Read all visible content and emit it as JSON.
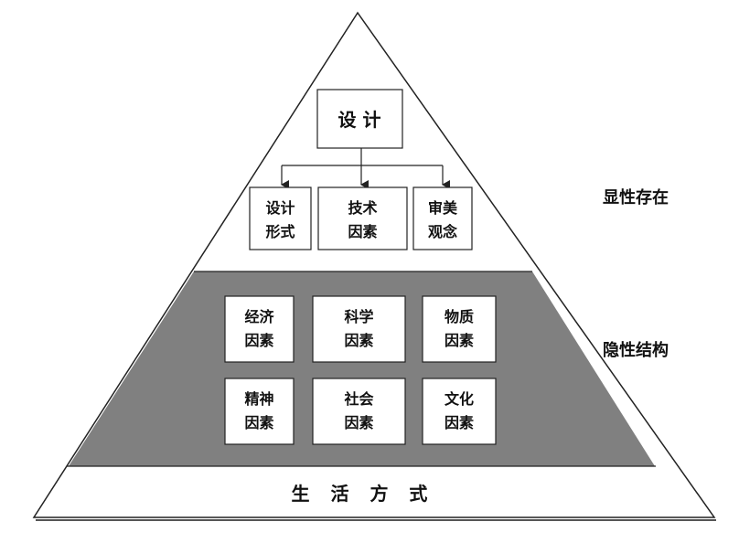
{
  "top": {
    "label": "设 计"
  },
  "explicit": {
    "label": "显性存在",
    "boxes": [
      {
        "line1": "设计",
        "line2": "形式"
      },
      {
        "line1": "技术",
        "line2": "因素"
      },
      {
        "line1": "审美",
        "line2": "观念"
      }
    ]
  },
  "implicit": {
    "label": "隐性结构",
    "boxes": [
      {
        "line1": "经济",
        "line2": "因素"
      },
      {
        "line1": "科学",
        "line2": "因素"
      },
      {
        "line1": "物质",
        "line2": "因素"
      },
      {
        "line1": "精神",
        "line2": "因素"
      },
      {
        "line1": "社会",
        "line2": "因素"
      },
      {
        "line1": "文化",
        "line2": "因素"
      }
    ]
  },
  "base": {
    "label": "生 活 方 式"
  },
  "colors": {
    "band": "#808080",
    "line": "#222222",
    "box_fill": "#ffffff"
  }
}
